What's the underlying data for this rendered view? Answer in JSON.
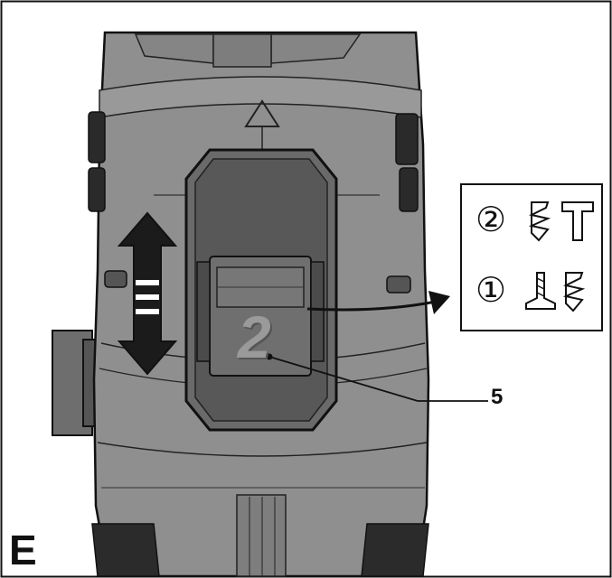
{
  "figure": {
    "label": "E",
    "callout": "5",
    "switch_position": "2",
    "legend": {
      "rows": [
        {
          "symbol": "②",
          "icons": [
            "screw-small-icon",
            "drill-bit-icon"
          ]
        },
        {
          "symbol": "①",
          "icons": [
            "screw-countersunk-icon",
            "screw-small-icon"
          ]
        }
      ]
    }
  }
}
